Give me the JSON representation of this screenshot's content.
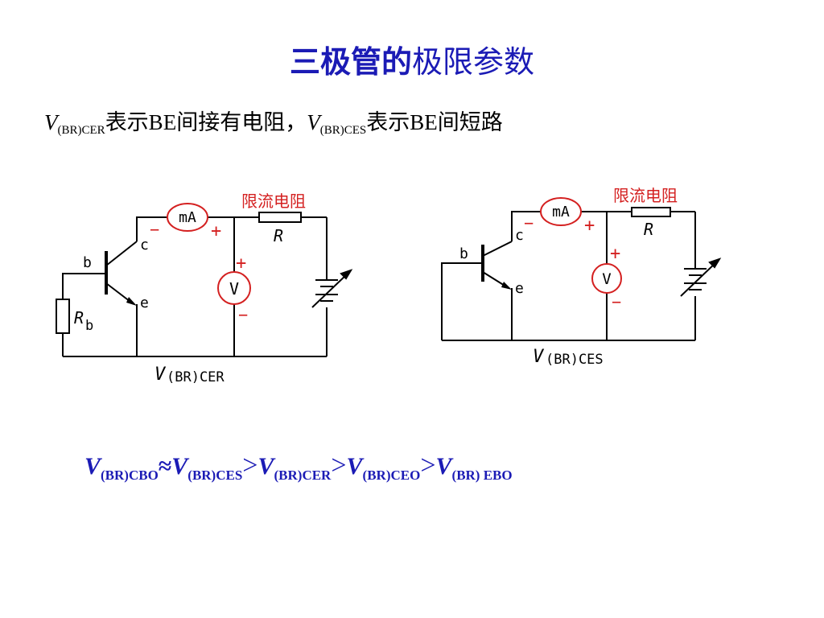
{
  "title": {
    "part1": "三极管的",
    "part2": "极限参数"
  },
  "subtitle": {
    "v1": "V",
    "sub1": "(BR)CER",
    "text1": "表示BE间接有电阻，",
    "v2": "V",
    "sub2": "(BR)CES",
    "text2": "表示BE间短路"
  },
  "left_circuit": {
    "label_limiting": "限流电阻",
    "label_mA": "mA",
    "label_V": "V",
    "label_R": "R",
    "label_Rb": "R",
    "label_Rb_sub": "b",
    "label_b": "b",
    "label_c": "c",
    "label_e": "e",
    "plus": "+",
    "minus": "−",
    "caption_v": "V",
    "caption_sub": "(BR)CER"
  },
  "right_circuit": {
    "label_limiting": "限流电阻",
    "label_mA": "mA",
    "label_V": "V",
    "label_R": "R",
    "label_b": "b",
    "label_c": "c",
    "label_e": "e",
    "plus": "+",
    "minus": "−",
    "caption_v": "V",
    "caption_sub": "(BR)CES"
  },
  "formula": {
    "v1": "V",
    "s1": "(BR)CBO",
    "op1": "≈",
    "v2": "V",
    "s2": "(BR)CES",
    "op2": ">",
    "v3": "V",
    "s3": "(BR)CER",
    "op3": ">",
    "v4": "V",
    "s4": "(BR)CEO",
    "op4": ">",
    "v5": "V",
    "s5": "(BR) EBO"
  },
  "colors": {
    "title": "#1b1bb5",
    "red": "#d42020",
    "wire": "#000000"
  }
}
